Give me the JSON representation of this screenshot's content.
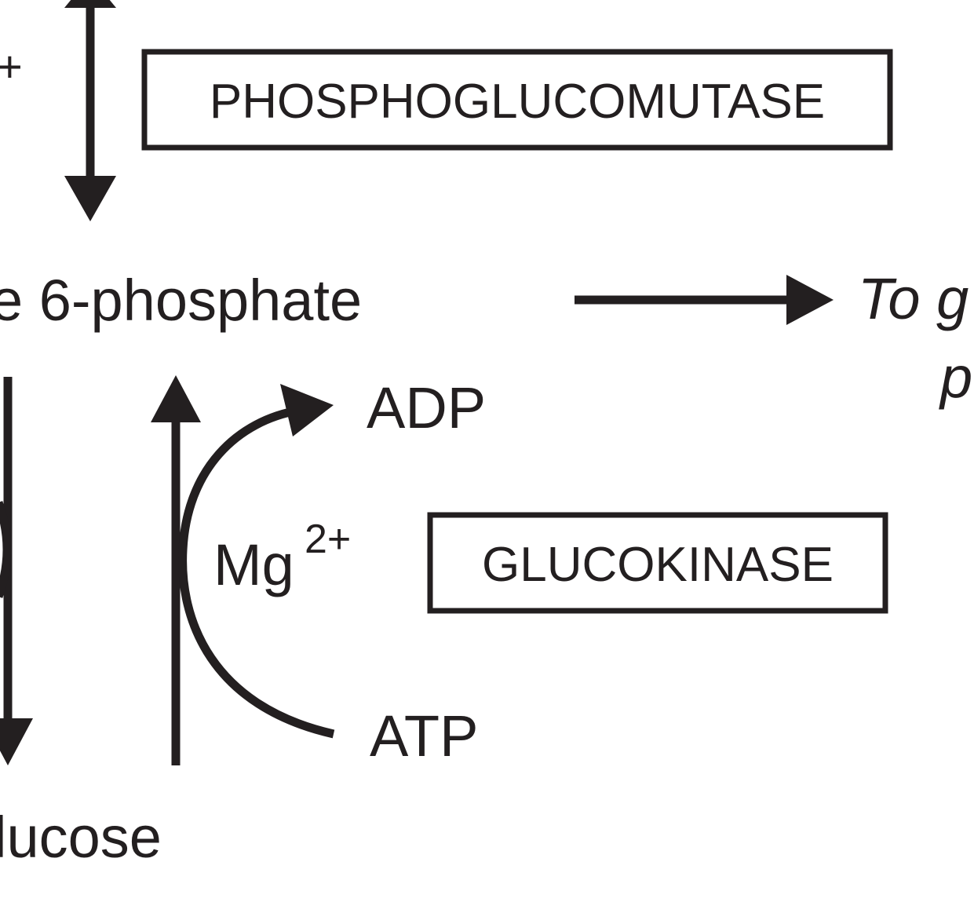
{
  "diagram": {
    "top_left_fragment": "+",
    "phosphoglucomutase": "PHOSPHOGLUCOMUTASE",
    "glucose_6_phosphate": "e 6-phosphate",
    "to_glycolysis_line1": "To g",
    "to_glycolysis_line2": "p",
    "adp": "ADP",
    "mg_base": "Mg",
    "mg_superscript": "2+",
    "glucokinase": "GLUCOKINASE",
    "atp": "ATP",
    "glucose": "lucose"
  },
  "colors": {
    "ink": "#231f20",
    "background": "#ffffff"
  }
}
